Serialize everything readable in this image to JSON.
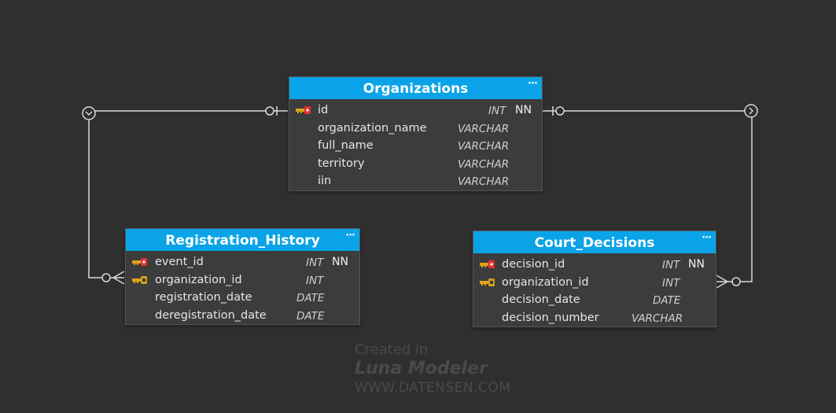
{
  "entities": [
    {
      "name": "Organizations",
      "menu": "···",
      "columns": [
        {
          "name": "id",
          "type": "INT",
          "nn": "NN",
          "key": "pk"
        },
        {
          "name": "organization_name",
          "type": "VARCHAR",
          "nn": "",
          "key": ""
        },
        {
          "name": "full_name",
          "type": "VARCHAR",
          "nn": "",
          "key": ""
        },
        {
          "name": "territory",
          "type": "VARCHAR",
          "nn": "",
          "key": ""
        },
        {
          "name": "iin",
          "type": "VARCHAR",
          "nn": "",
          "key": ""
        }
      ]
    },
    {
      "name": "Registration_History",
      "menu": "···",
      "columns": [
        {
          "name": "event_id",
          "type": "INT",
          "nn": "NN",
          "key": "pk"
        },
        {
          "name": "organization_id",
          "type": "INT",
          "nn": "",
          "key": "fk"
        },
        {
          "name": "registration_date",
          "type": "DATE",
          "nn": "",
          "key": ""
        },
        {
          "name": "deregistration_date",
          "type": "DATE",
          "nn": "",
          "key": ""
        }
      ]
    },
    {
      "name": "Court_Decisions",
      "menu": "···",
      "columns": [
        {
          "name": "decision_id",
          "type": "INT",
          "nn": "NN",
          "key": "pk"
        },
        {
          "name": "organization_id",
          "type": "INT",
          "nn": "",
          "key": "fk"
        },
        {
          "name": "decision_date",
          "type": "DATE",
          "nn": "",
          "key": ""
        },
        {
          "name": "decision_number",
          "type": "VARCHAR",
          "nn": "",
          "key": ""
        }
      ]
    }
  ],
  "watermark": {
    "line1": "Created in",
    "line2": "Luna Modeler",
    "line3": "WWW.DATENSEN.COM"
  },
  "colors": {
    "background": "#2f2f2f",
    "header": "#0aa3e8",
    "body": "#3c3c3c",
    "line": "#d9d9d9",
    "pk_key": "#e0a21a",
    "pk_badge": "#e53030",
    "fk_badge": "#d4a017"
  }
}
